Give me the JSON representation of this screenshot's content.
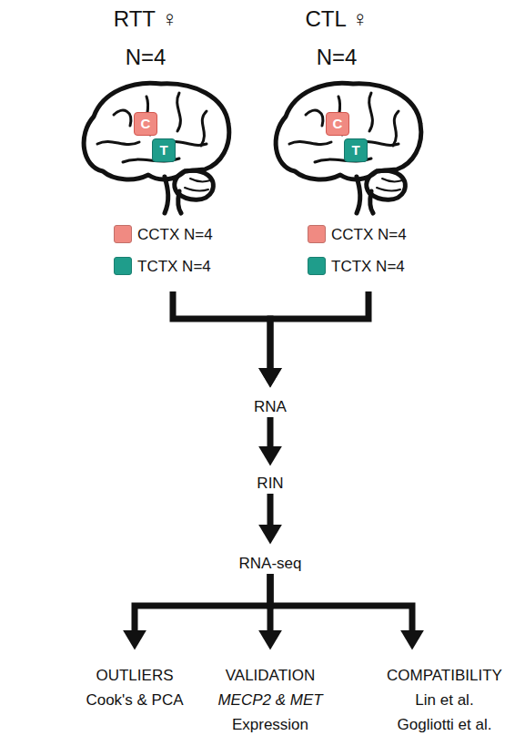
{
  "diagram": {
    "nodes": [
      {
        "text": [
          "RTT ♀",
          "N=4"
        ]
      },
      {
        "text": [
          "C"
        ],
        "in": 0
      },
      {
        "text": [
          "T"
        ],
        "in": 0
      },
      {
        "text": [
          "CTL ♀",
          "N=4"
        ]
      },
      {
        "text": [
          "C"
        ],
        "in": 3
      },
      {
        "text": [
          "T"
        ],
        "in": 3
      },
      {
        "text": [
          "RNA"
        ]
      },
      {
        "text": [
          "RIN"
        ]
      },
      {
        "text": [
          "RNA-seq"
        ]
      },
      {
        "text": [
          "OUTLIERS",
          "Cook's & PCA"
        ]
      },
      {
        "text": [
          "VALIDATION",
          "MECP2 & MET",
          "Expression"
        ]
      },
      {
        "text": [
          "COMPATIBILITY",
          "Lin et al.",
          "Gogliotti et al."
        ]
      }
    ],
    "edges": [
      {
        "from": 0,
        "to": 6,
        "arrow": "to"
      },
      {
        "from": 3,
        "to": 6,
        "arrow": "to"
      },
      {
        "from": 6,
        "to": 7,
        "arrow": "to"
      },
      {
        "from": 7,
        "to": 8,
        "arrow": "to"
      },
      {
        "from": 8,
        "to": 9,
        "arrow": "to"
      },
      {
        "from": 8,
        "to": 10,
        "arrow": "to"
      },
      {
        "from": 8,
        "to": 11,
        "arrow": "to"
      }
    ],
    "legend": [
      {
        "text": "CCTX N=4",
        "color": "#f08a82"
      },
      {
        "text": "TCTX N=4",
        "color": "#1f9d8b"
      },
      {
        "text": "CCTX N=4",
        "color": "#f08a82"
      },
      {
        "text": "TCTX N=4",
        "color": "#1f9d8b"
      }
    ]
  }
}
